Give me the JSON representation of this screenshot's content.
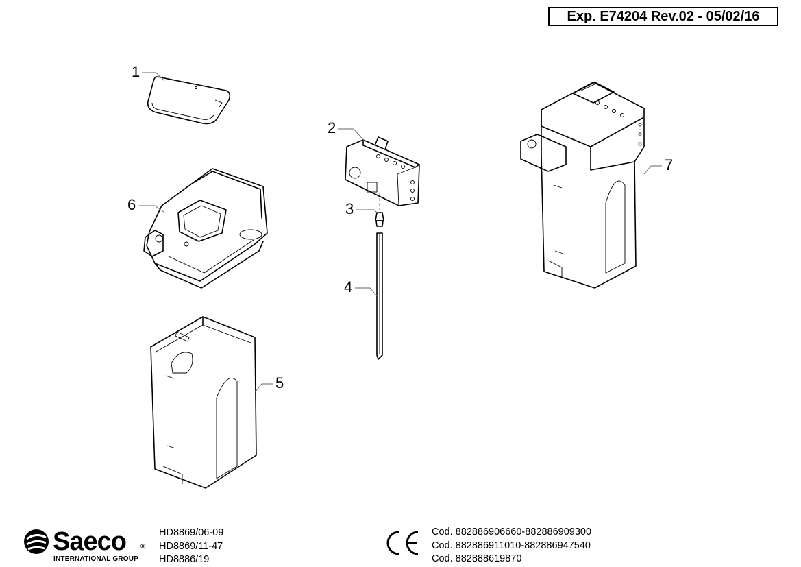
{
  "header": {
    "revision": "Exp. E74204 Rev.02 - 05/02/16"
  },
  "callouts": {
    "c1": "1",
    "c2": "2",
    "c3": "3",
    "c4": "4",
    "c5": "5",
    "c6": "6",
    "c7": "7"
  },
  "footer": {
    "brand": "Saeco",
    "brand_sub": "INTERNATIONAL GROUP",
    "models": [
      "HD8869/06-09",
      "HD8869/11-47",
      "HD8886/19"
    ],
    "codes": [
      "Cod. 882886906660-882886909300",
      "Cod. 882886911010-882886947540",
      "Cod. 882888619870"
    ],
    "certification_mark": "CE"
  },
  "icons": {
    "brand_logo": "saeco-logo-icon",
    "ce_mark": "ce-mark-icon"
  }
}
